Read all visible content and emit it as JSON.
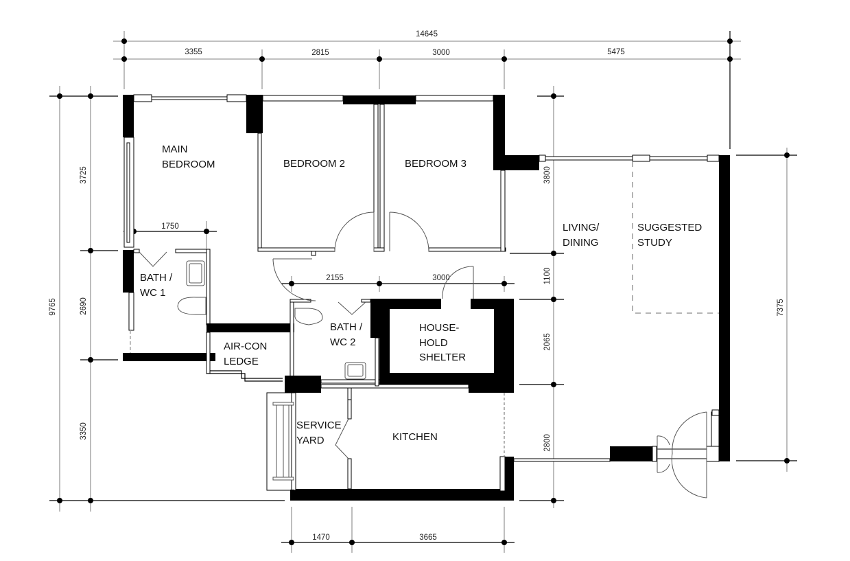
{
  "plan": {
    "rooms": {
      "main_bedroom": [
        "MAIN",
        "BEDROOM"
      ],
      "bedroom_2": "BEDROOM 2",
      "bedroom_3": "BEDROOM 3",
      "bath_wc_1": [
        "BATH /",
        "WC 1"
      ],
      "bath_wc_2": [
        "BATH /",
        "WC 2"
      ],
      "air_con_ledge": [
        "AIR-CON",
        "LEDGE"
      ],
      "household_shelter": [
        "HOUSE-",
        "HOLD",
        "SHELTER"
      ],
      "service_yard": [
        "SERVICE",
        "YARD"
      ],
      "kitchen": "KITCHEN",
      "living_dining": [
        "LIVING/",
        "DINING"
      ],
      "suggested_study": [
        "SUGGESTED",
        "STUDY"
      ]
    },
    "dimensions": {
      "top_overall": "14645",
      "top_segments": [
        "3355",
        "2815",
        "3000",
        "5475"
      ],
      "left_overall": "9765",
      "left_segments": [
        "3725",
        "2690",
        "3350"
      ],
      "main_bath_width": "1750",
      "corridor_segments": [
        "2155",
        "3000"
      ],
      "right_inner_segments": [
        "3800",
        "1100",
        "2065",
        "2800"
      ],
      "right_overall": "7375",
      "bottom_segments": [
        "1470",
        "3665"
      ]
    }
  }
}
